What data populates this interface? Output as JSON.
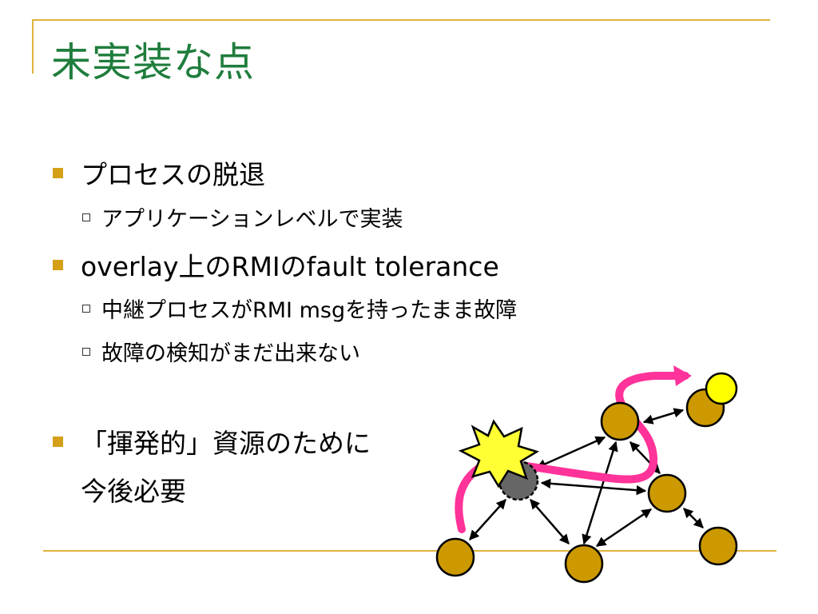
{
  "slide": {
    "title": "未実装な点",
    "bullets": [
      {
        "text": "プロセスの脱退",
        "sub": [
          "アプリケーションレベルで実装"
        ]
      },
      {
        "text": "overlay上のRMIのfault tolerance",
        "sub": [
          "中継プロセスがRMI msgを持ったまま故障",
          "故障の検知がまだ出来ない"
        ]
      },
      {
        "text": "「揮発的」資源のために",
        "text2": "今後必要",
        "sub": []
      }
    ]
  },
  "diagram": {
    "colors": {
      "node": "#cc9900",
      "failed_node": "#666666",
      "yellow_node": "#ffff00",
      "path": "#ff3399",
      "accent_line": "#e0b23e",
      "title": "#1f7d3c"
    }
  }
}
